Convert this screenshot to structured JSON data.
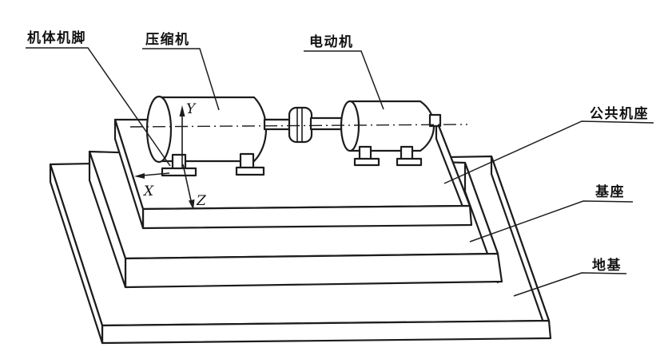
{
  "figure": {
    "type": "technical-diagram",
    "description_visible_parts": [
      "compressor and motor set mounted on stepped foundation blocks"
    ],
    "labels": {
      "machine_foot": "机体机脚",
      "compressor": "压缩机",
      "motor": "电动机",
      "common_base": "公共机座",
      "pedestal": "基座",
      "foundation": "地基"
    },
    "axes": {
      "x": "X",
      "y": "Y",
      "z": "Z"
    },
    "colors": {
      "line": "#1c1c1c",
      "background": "#ffffff"
    }
  }
}
